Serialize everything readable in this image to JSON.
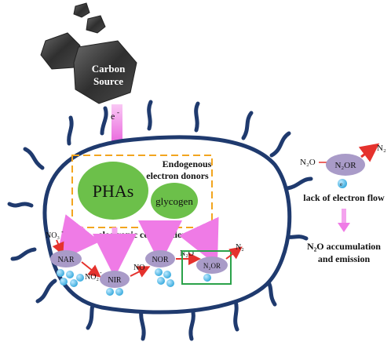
{
  "carbon_source": {
    "line1": "Carbon",
    "line2": "Source"
  },
  "electron": {
    "label": "e",
    "sup": "-"
  },
  "endogenous": {
    "line1": "Endogenous",
    "line2": "electron donors"
  },
  "donors": {
    "phas": "PHAs",
    "glycogen": "glycogen"
  },
  "competition_label": "electronic competition",
  "enzymes": {
    "nar": "NAR",
    "nir": "NIR",
    "nor": "NOR",
    "n2or": "N₂OR"
  },
  "species": {
    "no3": "NO₃",
    "no3_sup": "-",
    "no2": "NO₂",
    "no2_sup": "-",
    "no": "NO",
    "n2o": "N₂O",
    "n2": "N₂"
  },
  "right_panel": {
    "n2o": "N₂O",
    "enzyme": "N₂OR",
    "n2": "N₂",
    "electron": "e",
    "lack": "lack of electron flow",
    "result_line1": "N₂O accumulation",
    "result_line2": "and emission"
  },
  "colors": {
    "cell_outline": "#1f3a6e",
    "donor_green": "#6cc04a",
    "enzyme_purple": "#a99bc8",
    "electron_blue": "#5ec3ea",
    "arrow_pink": "#ef7be6",
    "arrow_red": "#e5322d",
    "dash_orange": "#f2a51f",
    "box_green": "#2ba24a"
  }
}
